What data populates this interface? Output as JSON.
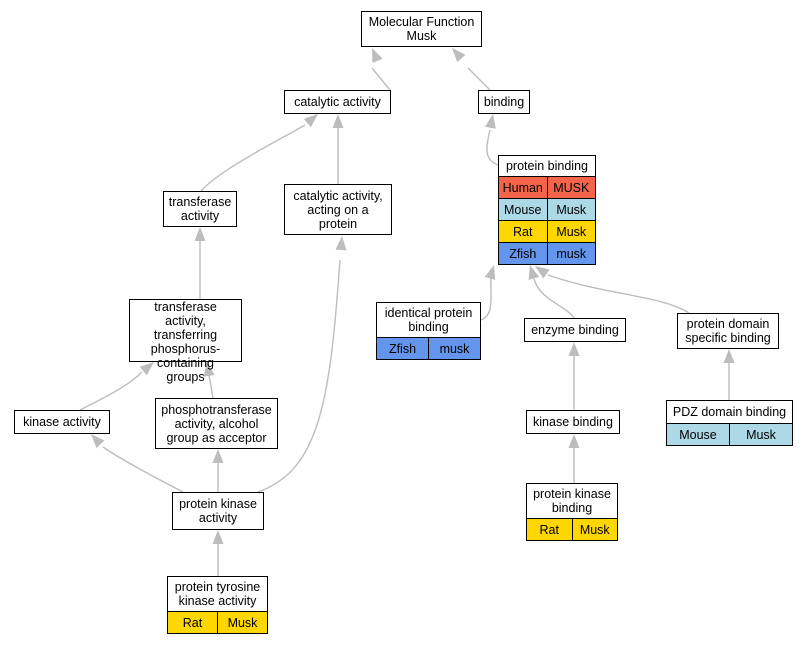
{
  "colors": {
    "edge": "#bdbdbd",
    "Human": "#f4644a",
    "Mouse": "#add8e6",
    "Rat": "#ffd700",
    "Zfish": "#6495ed"
  },
  "nodes": {
    "mf": {
      "title": "Molecular Function\nMusk",
      "rows": []
    },
    "catalytic": {
      "title": "catalytic activity",
      "rows": []
    },
    "binding": {
      "title": "binding",
      "rows": []
    },
    "transferase": {
      "title": "transferase\nactivity",
      "rows": []
    },
    "cat_protein": {
      "title": "catalytic activity,\nacting on a\nprotein",
      "rows": []
    },
    "protein_binding": {
      "title": "protein binding",
      "rows": [
        {
          "species": "Human",
          "gene": "MUSK"
        },
        {
          "species": "Mouse",
          "gene": "Musk"
        },
        {
          "species": "Rat",
          "gene": "Musk"
        },
        {
          "species": "Zfish",
          "gene": "musk"
        }
      ]
    },
    "trans_phos": {
      "title": "transferase\nactivity, transferring\nphosphorus-containing\ngroups",
      "rows": []
    },
    "identical": {
      "title": "identical protein\nbinding",
      "rows": [
        {
          "species": "Zfish",
          "gene": "musk"
        }
      ]
    },
    "enzyme": {
      "title": "enzyme binding",
      "rows": []
    },
    "pdomain": {
      "title": "protein domain\nspecific binding",
      "rows": []
    },
    "kinase": {
      "title": "kinase activity",
      "rows": []
    },
    "phospho": {
      "title": "phosphotransferase\nactivity, alcohol\ngroup as acceptor",
      "rows": []
    },
    "kinase_binding": {
      "title": "kinase binding",
      "rows": []
    },
    "pdz": {
      "title": "PDZ domain binding",
      "rows": [
        {
          "species": "Mouse",
          "gene": "Musk"
        }
      ]
    },
    "pk": {
      "title": "protein kinase\nactivity",
      "rows": []
    },
    "pk_binding": {
      "title": "protein kinase\nbinding",
      "rows": [
        {
          "species": "Rat",
          "gene": "Musk"
        }
      ]
    },
    "ptk": {
      "title": "protein tyrosine\nkinase activity",
      "rows": [
        {
          "species": "Rat",
          "gene": "Musk"
        }
      ]
    }
  }
}
